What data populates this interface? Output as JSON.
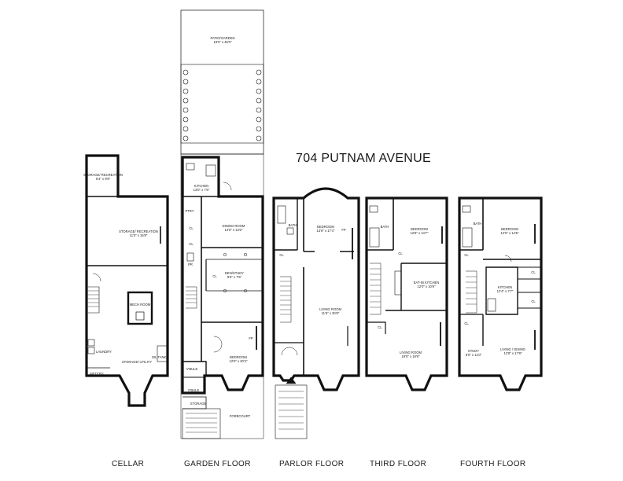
{
  "title": "704 PUTNAM AVENUE",
  "floors": [
    {
      "label": "CELLAR"
    },
    {
      "label": "GARDEN FLOOR"
    },
    {
      "label": "PARLOR FLOOR"
    },
    {
      "label": "THIRD FLOOR"
    },
    {
      "label": "FOURTH FLOOR"
    }
  ],
  "rooms": {
    "cellar": [
      {
        "name": "STORAGE/ RECREATION",
        "dim": "6'4\" x 9'8\""
      },
      {
        "name": "STORAGE/ RECREATION",
        "dim": "11'0\" x 16'8\""
      },
      {
        "name": "MECH ROOM",
        "dim": ""
      },
      {
        "name": "LAUNDRY",
        "dim": ""
      },
      {
        "name": "STORAGE/ UTILITY",
        "dim": ""
      },
      {
        "name": "OIL TANK",
        "dim": ""
      },
      {
        "name": "METERS",
        "dim": ""
      }
    ],
    "garden": [
      {
        "name": "PATIO/GARDEN",
        "dim": "19'0\" x 45'0\""
      },
      {
        "name": "KITCHEN",
        "dim": "13'0\" x 7'6\""
      },
      {
        "name": "PTRY",
        "dim": ""
      },
      {
        "name": "DINING ROOM",
        "dim": "14'0\" x 13'0\""
      },
      {
        "name": "CL",
        "dim": ""
      },
      {
        "name": "CL",
        "dim": ""
      },
      {
        "name": "PR",
        "dim": ""
      },
      {
        "name": "DEN/STUDY",
        "dim": "9'6\" x 7'5\""
      },
      {
        "name": "CL",
        "dim": ""
      },
      {
        "name": "BEDROOM",
        "dim": "12'0\" x 20'4\""
      },
      {
        "name": "FP",
        "dim": ""
      },
      {
        "name": "V'BULE",
        "dim": ""
      },
      {
        "name": "V'BULE",
        "dim": ""
      },
      {
        "name": "STORAGE",
        "dim": ""
      },
      {
        "name": "FORECOURT",
        "dim": ""
      }
    ],
    "parlor": [
      {
        "name": "BATH",
        "dim": ""
      },
      {
        "name": "BEDROOM",
        "dim": "13'6\" x 17'4\""
      },
      {
        "name": "FP",
        "dim": ""
      },
      {
        "name": "CL",
        "dim": ""
      },
      {
        "name": "LIVING ROOM",
        "dim": "11'6\" x 30'6\""
      }
    ],
    "third": [
      {
        "name": "BATH",
        "dim": ""
      },
      {
        "name": "BEDROOM",
        "dim": "12'8\" x 14'7\""
      },
      {
        "name": "CL",
        "dim": ""
      },
      {
        "name": "EAT-IN KITCHEN",
        "dim": "12'0\" x 10'6\""
      },
      {
        "name": "CL",
        "dim": ""
      },
      {
        "name": "LIVING ROOM",
        "dim": "19'0\" x 19'8\""
      }
    ],
    "fourth": [
      {
        "name": "BATH",
        "dim": ""
      },
      {
        "name": "BEDROOM",
        "dim": "12'0\" x 14'5\""
      },
      {
        "name": "CL",
        "dim": ""
      },
      {
        "name": "CL",
        "dim": ""
      },
      {
        "name": "KITCHEN",
        "dim": "12'4\" x 7'7\""
      },
      {
        "name": "CL",
        "dim": ""
      },
      {
        "name": "CL",
        "dim": ""
      },
      {
        "name": "STUDY",
        "dim": "6'0\" x 11'0\""
      },
      {
        "name": "LIVING / DINING",
        "dim": "12'8\" x 17'8\""
      }
    ]
  }
}
